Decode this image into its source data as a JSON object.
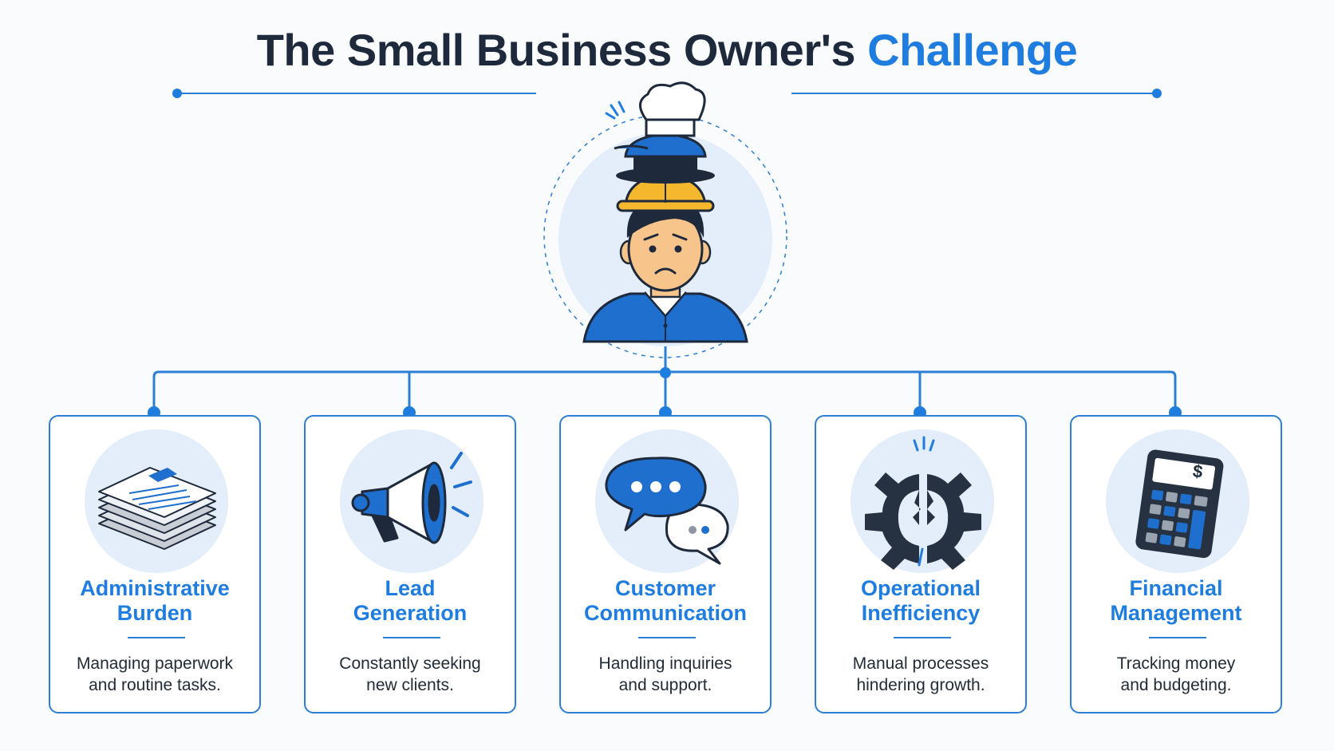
{
  "header": {
    "title_main": "The Small Business Owner's",
    "title_accent": "Challenge"
  },
  "colors": {
    "accent": "#1f7de0",
    "dark": "#1e2a3c",
    "card_border": "#2b7fd4",
    "icon_bg": "#e3eefa"
  },
  "cards": [
    {
      "icon": "document-stack-icon",
      "title_line1": "Administrative",
      "title_line2": "Burden",
      "desc_line1": "Managing paperwork",
      "desc_line2": "and routine tasks."
    },
    {
      "icon": "megaphone-icon",
      "title_line1": "Lead",
      "title_line2": "Generation",
      "desc_line1": "Constantly seeking",
      "desc_line2": "new clients."
    },
    {
      "icon": "chat-bubbles-icon",
      "title_line1": "Customer",
      "title_line2": "Communication",
      "desc_line1": "Handling inquiries",
      "desc_line2": "and support."
    },
    {
      "icon": "broken-gear-icon",
      "title_line1": "Operational",
      "title_line2": "Inefficiency",
      "desc_line1": "Manual processes",
      "desc_line2": "hindering growth."
    },
    {
      "icon": "calculator-icon",
      "title_line1": "Financial",
      "title_line2": "Management",
      "desc_line1": "Tracking money",
      "desc_line2": "and budgeting.",
      "calculator_symbol": "$"
    }
  ]
}
